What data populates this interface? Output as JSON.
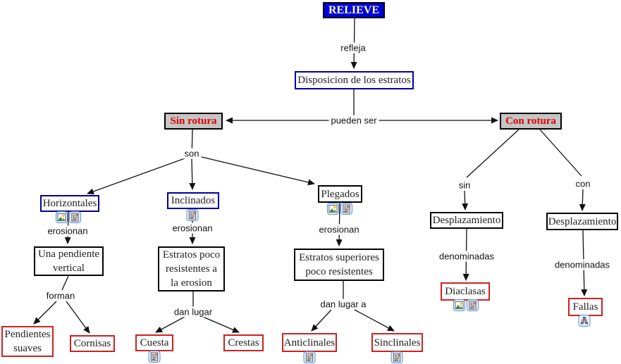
{
  "diagram": {
    "type": "concept-map",
    "title": "RELIEVE"
  },
  "colors": {
    "root_fill": "#0000DD",
    "root_text": "#FFFFC8",
    "highlight_fill": "#C5C5C5",
    "highlight_text": "#E00000",
    "blue_border": "#000099",
    "red_border": "#CC2222",
    "black_border": "#000000",
    "line": "#111111"
  },
  "nodes": {
    "relieve": {
      "label": "RELIEVE"
    },
    "disposicion": {
      "label": "Disposicion de los estratos"
    },
    "sin_rotura": {
      "label": "Sin rotura"
    },
    "con_rotura": {
      "label": "Con rotura"
    },
    "horizontales": {
      "label": "Horizontales"
    },
    "inclinados": {
      "label": "Inclinados"
    },
    "plegados": {
      "label": "Plegados"
    },
    "una_pendiente": {
      "label": "Una pendiente vertical"
    },
    "estratos_poco": {
      "label": "Estratos poco resistentes a la erosion"
    },
    "estratos_superiores": {
      "label": "Estratos superiores poco resistentes"
    },
    "pendientes_suaves": {
      "label": "Pendientes suaves"
    },
    "cornisas": {
      "label": "Cornisas"
    },
    "cuesta": {
      "label": "Cuesta"
    },
    "crestas": {
      "label": "Crestas"
    },
    "anticlinales": {
      "label": "Anticlinales"
    },
    "sinclinales": {
      "label": "Sinclinales"
    },
    "desplazamiento_sin": {
      "label": "Desplazamiento"
    },
    "desplazamiento_con": {
      "label": "Desplazamiento"
    },
    "diaclasas": {
      "label": "Diaclasas"
    },
    "fallas": {
      "label": "Fallas"
    }
  },
  "linking_phrases": {
    "refleja": "refleja",
    "pueden_ser": "pueden ser",
    "son": "son",
    "erosionan_1": "erosionan",
    "erosionan_2": "erosionan",
    "erosionan_3": "erosionan",
    "forman": "forman",
    "dan_lugar": "dan lugar",
    "dan_lugar_a": "dan lugar a",
    "sin": "sin",
    "con": "con",
    "denominadas_1": "denominadas",
    "denominadas_2": "denominadas"
  },
  "edges": [
    {
      "from": "RELIEVE",
      "phrase": "refleja",
      "to": "Disposicion de los estratos"
    },
    {
      "from": "Disposicion de los estratos",
      "phrase": "pueden ser",
      "to": "Sin rotura"
    },
    {
      "from": "Disposicion de los estratos",
      "phrase": "pueden ser",
      "to": "Con rotura"
    },
    {
      "from": "Sin rotura",
      "phrase": "son",
      "to": "Horizontales"
    },
    {
      "from": "Sin rotura",
      "phrase": "son",
      "to": "Inclinados"
    },
    {
      "from": "Sin rotura",
      "phrase": "son",
      "to": "Plegados"
    },
    {
      "from": "Horizontales",
      "phrase": "erosionan",
      "to": "Una pendiente vertical"
    },
    {
      "from": "Una pendiente vertical",
      "phrase": "forman",
      "to": "Pendientes suaves"
    },
    {
      "from": "Una pendiente vertical",
      "phrase": "forman",
      "to": "Cornisas"
    },
    {
      "from": "Inclinados",
      "phrase": "erosionan",
      "to": "Estratos poco resistentes a la erosion"
    },
    {
      "from": "Estratos poco resistentes a la erosion",
      "phrase": "dan lugar",
      "to": "Cuesta"
    },
    {
      "from": "Estratos poco resistentes a la erosion",
      "phrase": "dan lugar",
      "to": "Crestas"
    },
    {
      "from": "Plegados",
      "phrase": "erosionan",
      "to": "Estratos superiores poco resistentes"
    },
    {
      "from": "Estratos superiores poco resistentes",
      "phrase": "dan lugar a",
      "to": "Anticlinales"
    },
    {
      "from": "Estratos superiores poco resistentes",
      "phrase": "dan lugar a",
      "to": "Sinclinales"
    },
    {
      "from": "Con rotura",
      "phrase": "sin",
      "to": "Desplazamiento"
    },
    {
      "from": "Desplazamiento",
      "phrase": "denominadas",
      "to": "Diaclasas"
    },
    {
      "from": "Con rotura",
      "phrase": "con",
      "to": "Desplazamiento"
    },
    {
      "from": "Desplazamiento",
      "phrase": "denominadas",
      "to": "Fallas"
    }
  ],
  "resources": {
    "horizontales": [
      "image",
      "document"
    ],
    "inclinados": [
      "document"
    ],
    "plegados": [
      "image",
      "document"
    ],
    "cuesta": [
      "document"
    ],
    "anticlinales": [
      "document"
    ],
    "sinclinales": [
      "document"
    ],
    "diaclasas": [
      "image",
      "document"
    ],
    "fallas": [
      "concept_map"
    ]
  },
  "icon_legend": {
    "image": "image-resource-icon",
    "document": "document-resource-icon",
    "concept_map": "concept-map-resource-icon"
  }
}
